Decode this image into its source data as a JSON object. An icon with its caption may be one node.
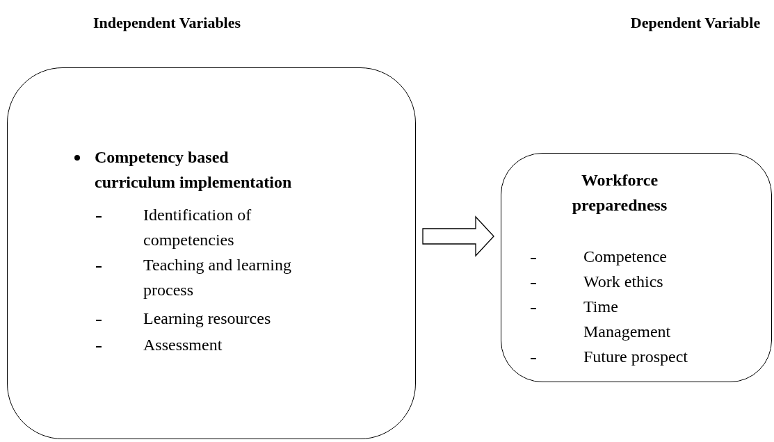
{
  "diagram": {
    "nodes": [
      {
        "text": [
          "Competency based curriculum implementation",
          "Identification of competencies",
          "Teaching and learning process",
          "Learning resources",
          "Assessment"
        ]
      },
      {
        "text": [
          "Workforce preparedness",
          "Competence",
          "Work ethics",
          "Time Management",
          "Future prospect"
        ]
      }
    ],
    "edges": [
      {
        "from": 0,
        "to": 1,
        "arrow": "to"
      }
    ],
    "labels": [
      "Independent Variables",
      "Dependent Variable"
    ]
  }
}
